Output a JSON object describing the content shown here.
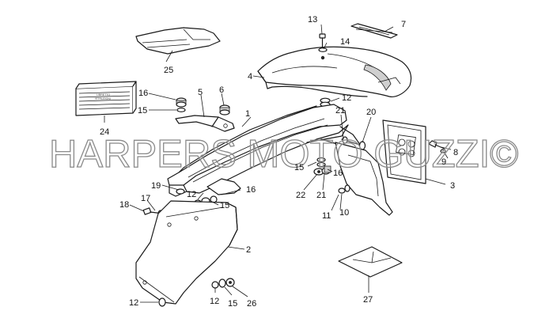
{
  "watermark": "HARPERS MOTO GUZZI©",
  "manual_label": {
    "line1": "LIBRETTO",
    "line2": "ISTRUZIONI"
  },
  "callouts": [
    {
      "id": "c1",
      "label": "1"
    },
    {
      "id": "c2",
      "label": "2"
    },
    {
      "id": "c3",
      "label": "3"
    },
    {
      "id": "c4",
      "label": "4"
    },
    {
      "id": "c5",
      "label": "5"
    },
    {
      "id": "c6",
      "label": "6"
    },
    {
      "id": "c7",
      "label": "7"
    },
    {
      "id": "c8",
      "label": "8"
    },
    {
      "id": "c9",
      "label": "9"
    },
    {
      "id": "c10",
      "label": "10"
    },
    {
      "id": "c11",
      "label": "11"
    },
    {
      "id": "c12a",
      "label": "12"
    },
    {
      "id": "c12b",
      "label": "12"
    },
    {
      "id": "c12c",
      "label": "12"
    },
    {
      "id": "c12d",
      "label": "12"
    },
    {
      "id": "c13",
      "label": "13"
    },
    {
      "id": "c14",
      "label": "14"
    },
    {
      "id": "c15a",
      "label": "15"
    },
    {
      "id": "c15b",
      "label": "15"
    },
    {
      "id": "c15c",
      "label": "15"
    },
    {
      "id": "c15d",
      "label": "15"
    },
    {
      "id": "c16a",
      "label": "16"
    },
    {
      "id": "c16b",
      "label": "16"
    },
    {
      "id": "c16c",
      "label": "16"
    },
    {
      "id": "c17",
      "label": "17"
    },
    {
      "id": "c18",
      "label": "18"
    },
    {
      "id": "c19",
      "label": "19"
    },
    {
      "id": "c20",
      "label": "20"
    },
    {
      "id": "c21a",
      "label": "21"
    },
    {
      "id": "c21b",
      "label": "21"
    },
    {
      "id": "c22",
      "label": "22"
    },
    {
      "id": "c24",
      "label": "24"
    },
    {
      "id": "c25",
      "label": "25"
    },
    {
      "id": "c26",
      "label": "26"
    },
    {
      "id": "c27",
      "label": "27"
    }
  ]
}
